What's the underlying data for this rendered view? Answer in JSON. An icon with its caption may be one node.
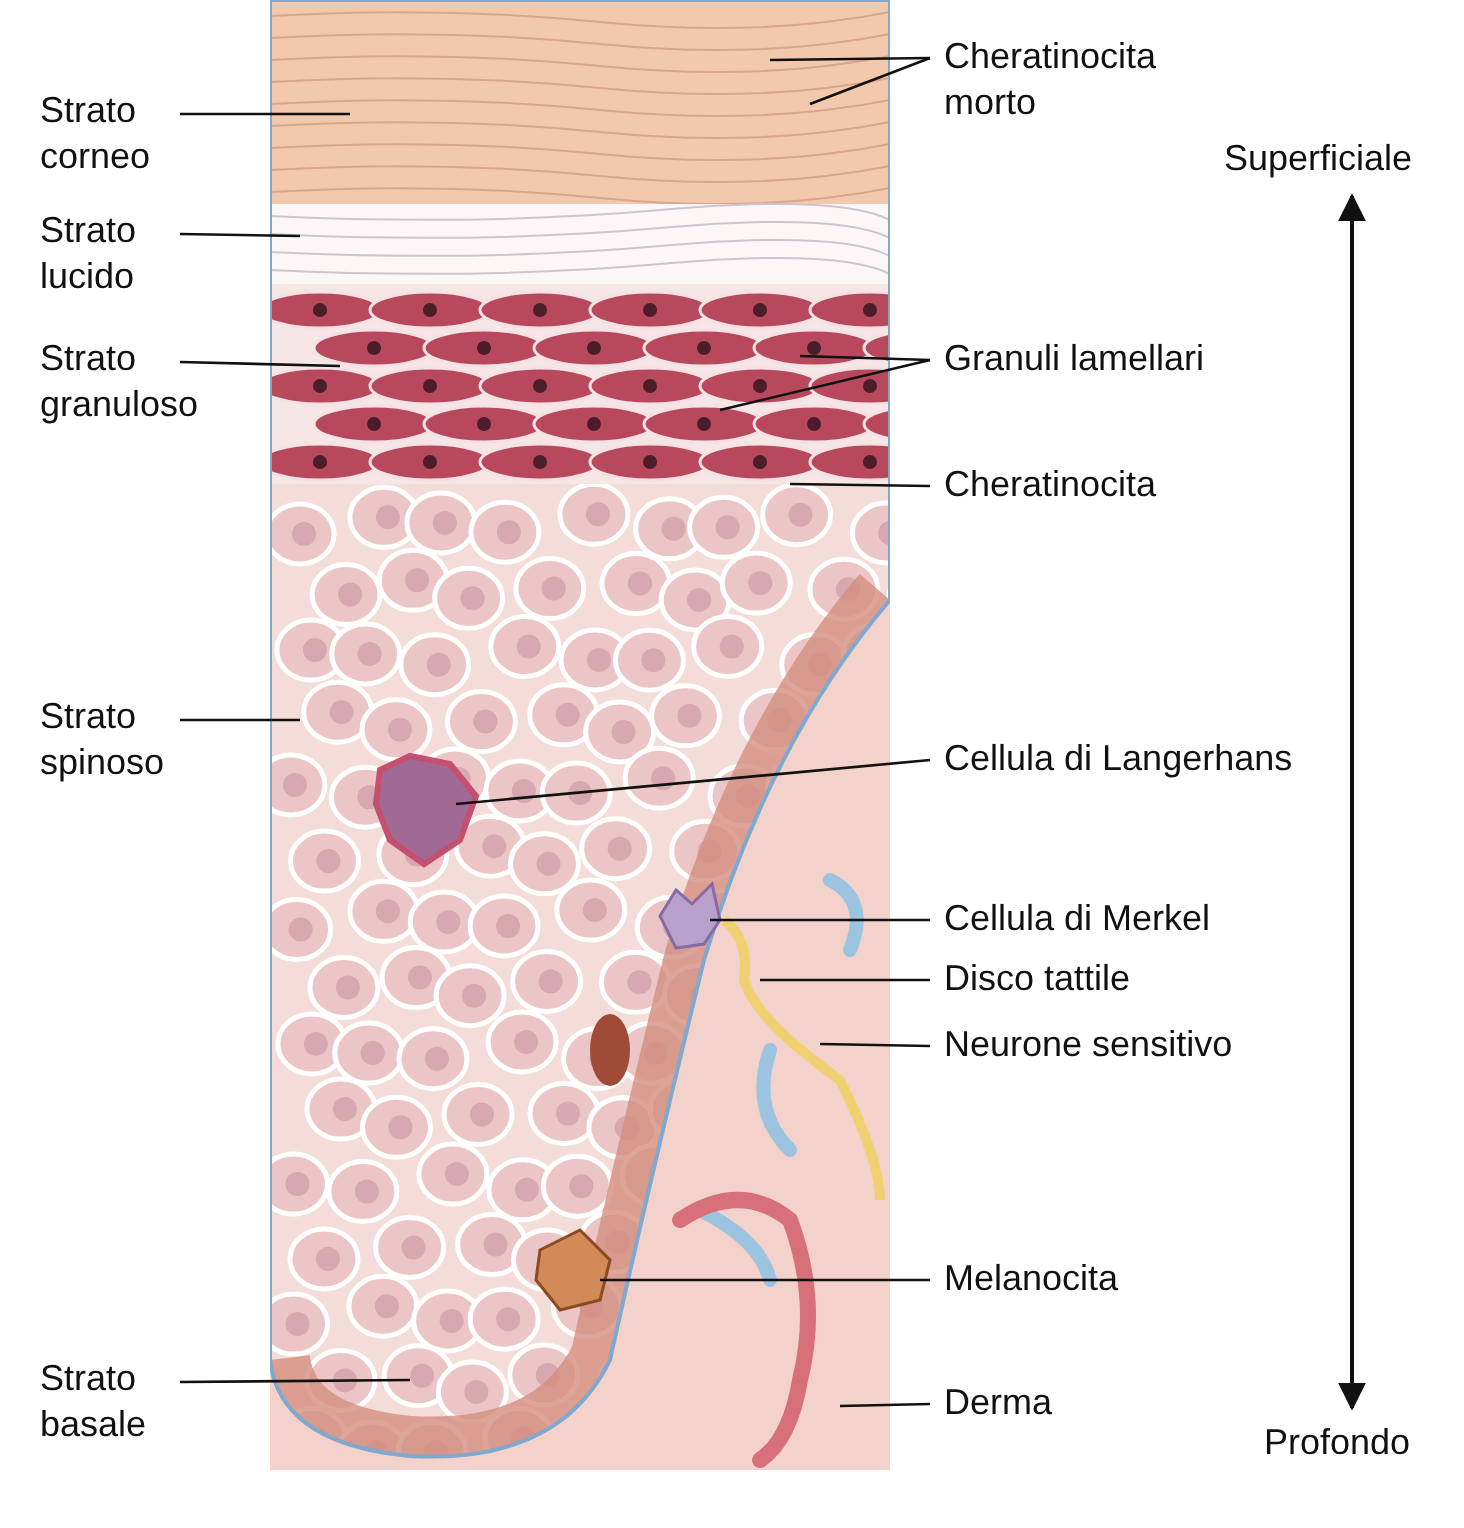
{
  "diagram": {
    "nodes": [
      {
        "text": [
          "Strato corneo"
        ]
      },
      {
        "text": [
          "Cheratinocita morto"
        ]
      },
      {
        "text": [
          "Strato lucido"
        ]
      },
      {
        "text": [
          "Strato granuloso"
        ]
      },
      {
        "text": [
          "Granuli lamellari"
        ]
      },
      {
        "text": [
          "Cheratinocita"
        ]
      },
      {
        "text": [
          "Strato spinoso"
        ]
      },
      {
        "text": [
          "Cellula di Langerhans"
        ]
      },
      {
        "text": [
          "Cellula di Merkel"
        ]
      },
      {
        "text": [
          "Disco tattile"
        ]
      },
      {
        "text": [
          "Neurone sensitivo"
        ]
      },
      {
        "text": [
          "Melanocita"
        ]
      },
      {
        "text": [
          "Strato basale"
        ]
      },
      {
        "text": [
          "Derma"
        ]
      }
    ],
    "edges": [
      {
        "from": 0,
        "to": null,
        "arrow": "none"
      },
      {
        "from": 1,
        "to": null,
        "arrow": "none"
      },
      {
        "from": 1,
        "to": null,
        "arrow": "none"
      },
      {
        "from": 2,
        "to": null,
        "arrow": "none"
      },
      {
        "from": 3,
        "to": null,
        "arrow": "none"
      },
      {
        "from": 4,
        "to": null,
        "arrow": "none"
      },
      {
        "from": 4,
        "to": null,
        "arrow": "none"
      },
      {
        "from": 5,
        "to": null,
        "arrow": "none"
      },
      {
        "from": 6,
        "to": null,
        "arrow": "none"
      },
      {
        "from": 7,
        "to": null,
        "arrow": "none"
      },
      {
        "from": 8,
        "to": null,
        "arrow": "none"
      },
      {
        "from": 9,
        "to": null,
        "arrow": "none"
      },
      {
        "from": 10,
        "to": null,
        "arrow": "none"
      },
      {
        "from": 11,
        "to": null,
        "arrow": "none"
      },
      {
        "from": 12,
        "to": null,
        "arrow": "none"
      },
      {
        "from": 13,
        "to": null,
        "arrow": "none"
      }
    ],
    "labels": [
      "Superficiale",
      "Profondo"
    ]
  }
}
